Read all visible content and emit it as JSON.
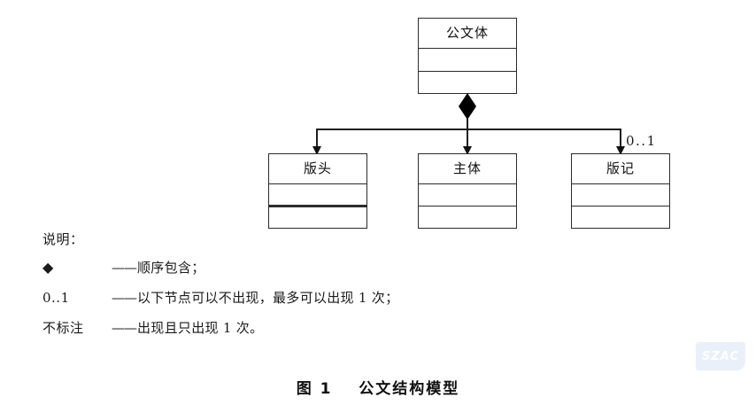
{
  "figure": {
    "caption_number": "图 1",
    "caption_title": "公文结构模型"
  },
  "diagram": {
    "type": "uml-composition-tree",
    "root": {
      "name": "root-node",
      "label": "公文体",
      "compartments": 3
    },
    "children": [
      {
        "name": "child-node-banner-head",
        "label": "版头",
        "multiplicity": "",
        "thick_divider": true
      },
      {
        "name": "child-node-main-body",
        "label": "主体",
        "multiplicity": "",
        "thick_divider": false
      },
      {
        "name": "child-node-record",
        "label": "版记",
        "multiplicity": "0..1",
        "thick_divider": false
      }
    ],
    "connector": {
      "aggregation_marker": "filled-diamond",
      "arrow_marker": "filled-arrow"
    }
  },
  "legend": {
    "heading": "说明：",
    "items": [
      {
        "key": "◆",
        "dash": "——",
        "text": "顺序包含；"
      },
      {
        "key": "0..1",
        "dash": "——",
        "text": "以下节点可以不出现，最多可以出现 1 次；"
      },
      {
        "key": "不标注",
        "dash": "——",
        "text": "出现且只出现 1 次。"
      }
    ]
  },
  "watermark": {
    "text": "SZAC"
  },
  "colors": {
    "stroke": "#2b2b2b",
    "text": "#1a1a1a",
    "background": "#ffffff",
    "watermark": "#e7eef8"
  }
}
